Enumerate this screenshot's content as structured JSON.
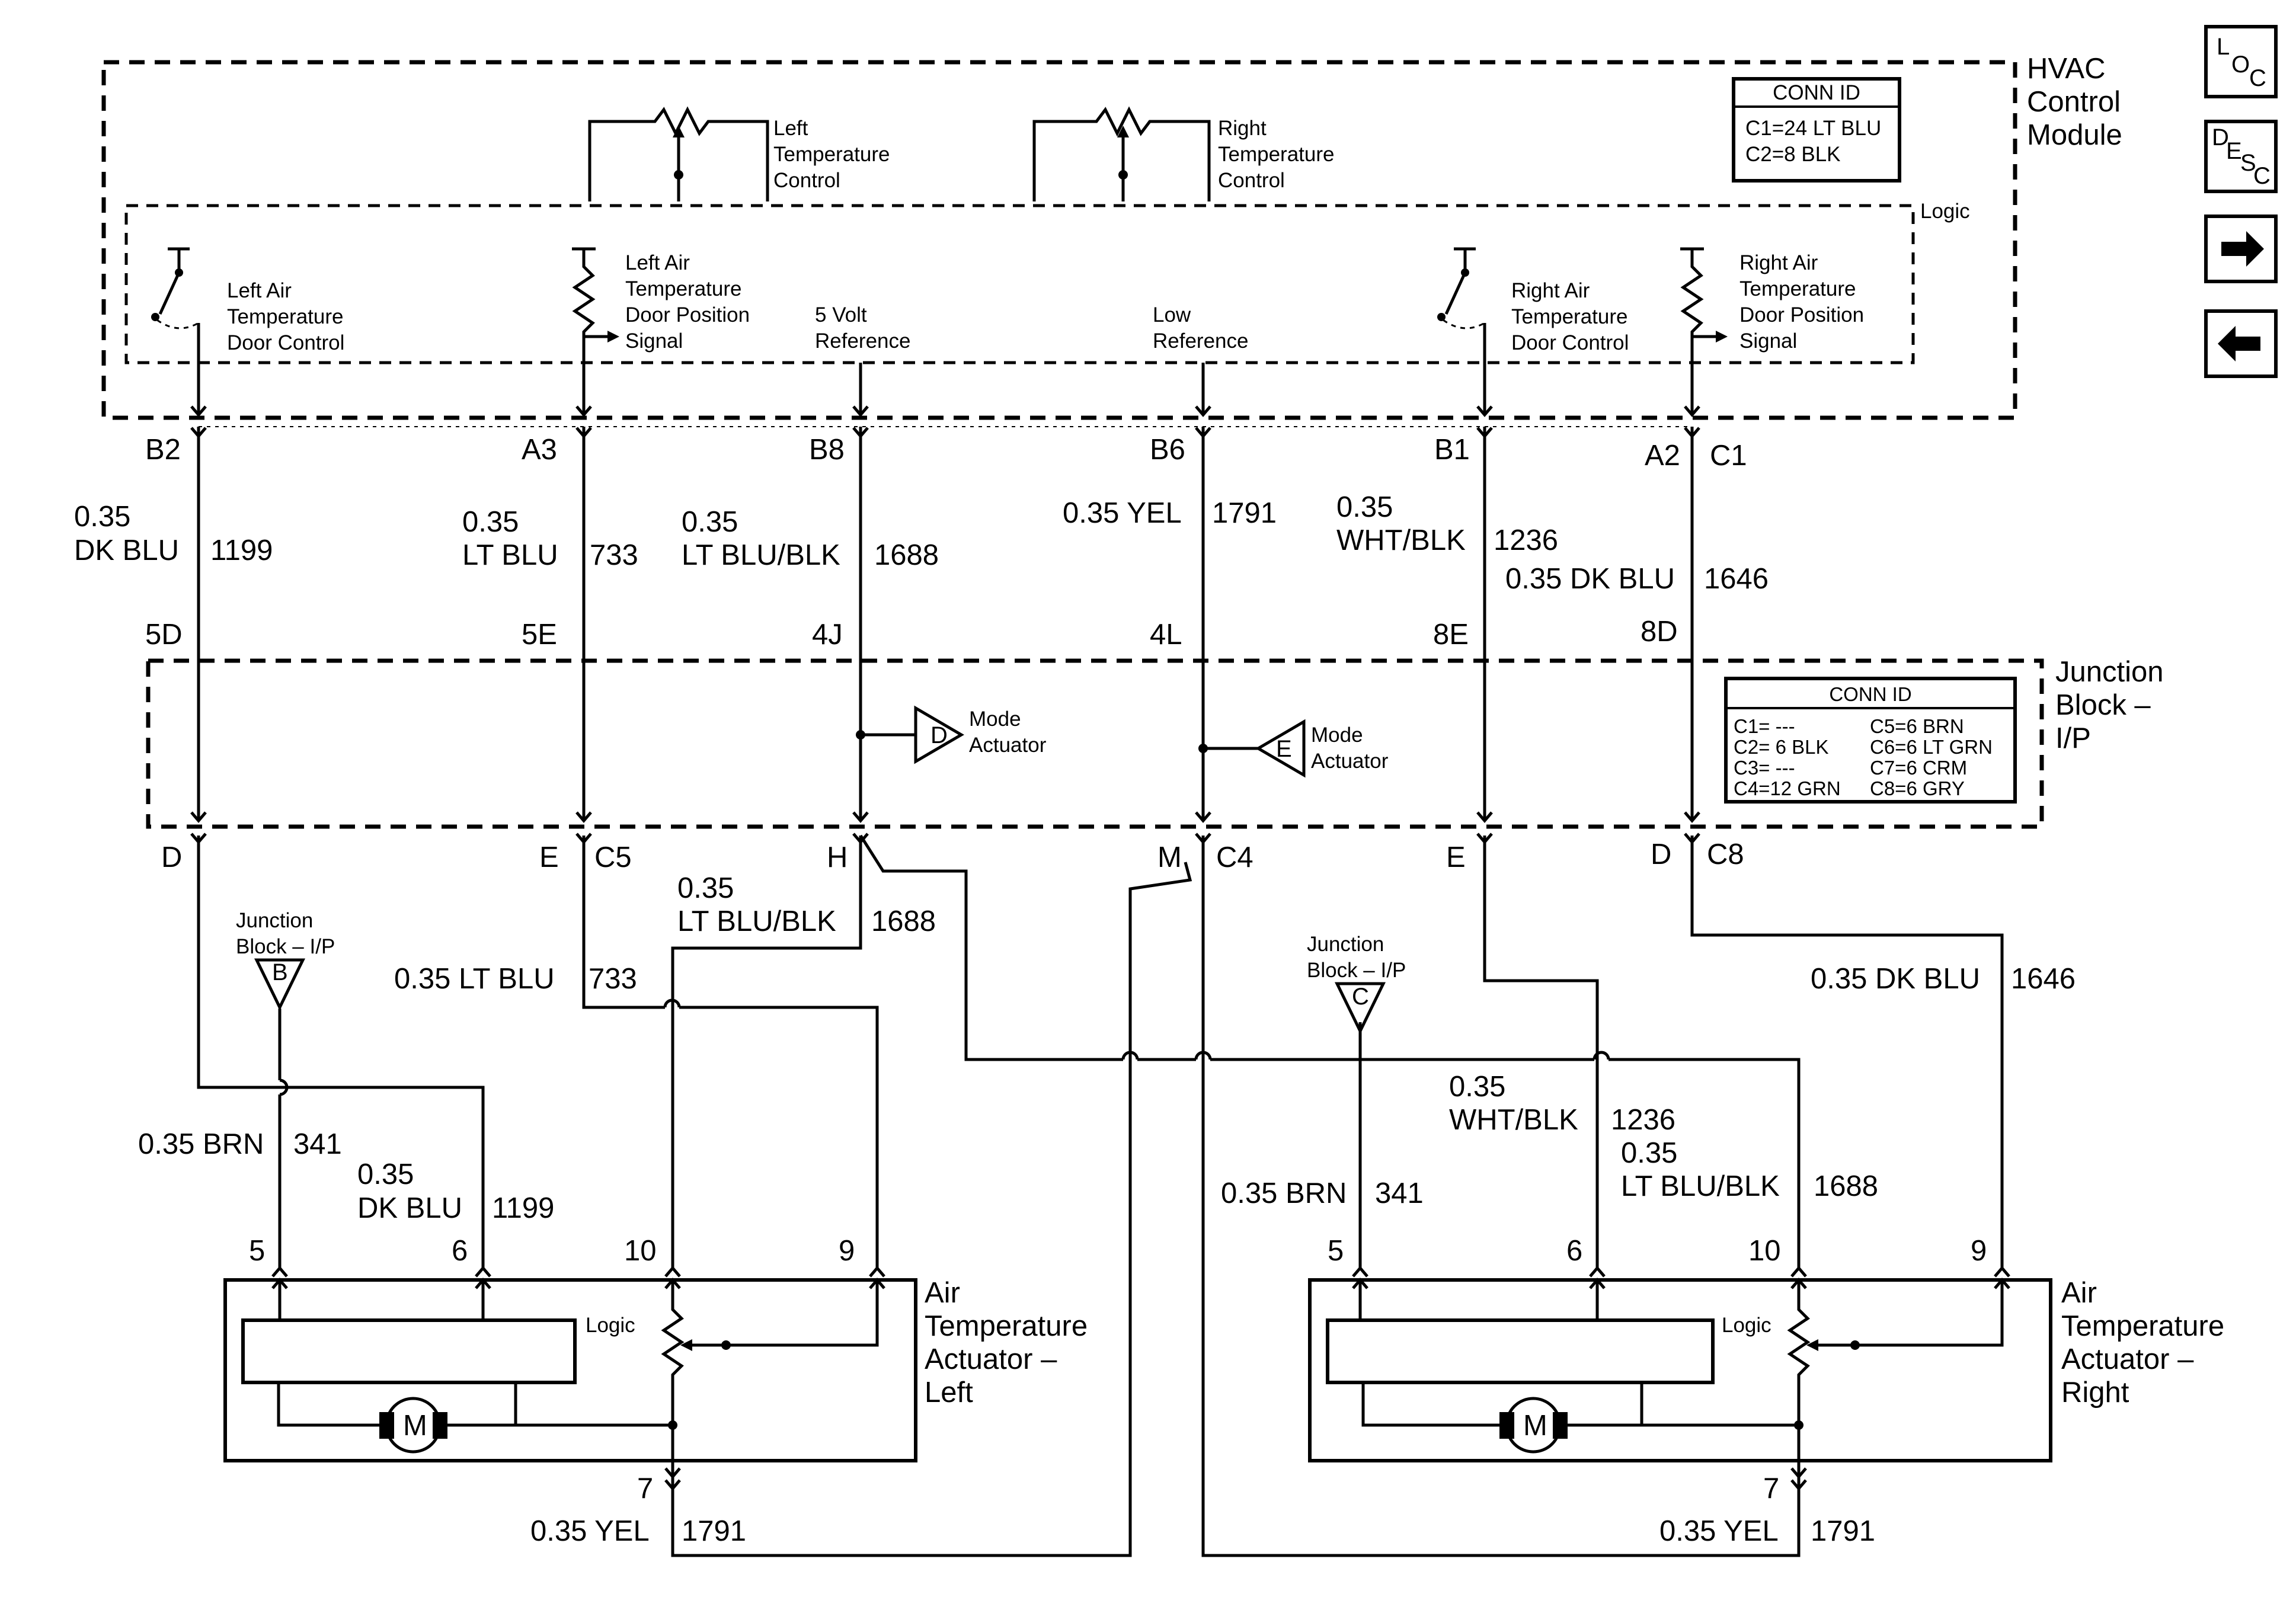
{
  "modules": {
    "hvac_title": [
      "HVAC",
      "Control",
      "Module"
    ],
    "logic_label": "Logic",
    "junction_title": [
      "Junction",
      "Block –",
      "I/P"
    ],
    "hvac_conn": {
      "title": "CONN ID",
      "lines": [
        "C1=24 LT BLU",
        "C2=8 BLK"
      ]
    },
    "junction_conn": {
      "title": "CONN ID",
      "left": [
        "C1= ---",
        "C2= 6 BLK",
        "C3= ---",
        "C4=12 GRN"
      ],
      "right": [
        "C5=6 BRN",
        "C6=6 LT GRN",
        "C7=6 CRM",
        "C8=6 GRY"
      ]
    }
  },
  "controls": {
    "left_temp": [
      "Left",
      "Temperature",
      "Control"
    ],
    "right_temp": [
      "Right",
      "Temperature",
      "Control"
    ],
    "left_door_control": [
      "Left Air",
      "Temperature",
      "Door Control"
    ],
    "left_door_position": [
      "Left Air",
      "Temperature",
      "Door Position",
      "Signal"
    ],
    "five_volt": [
      "5 Volt",
      "Reference"
    ],
    "low_ref": [
      "Low",
      "Reference"
    ],
    "right_door_control": [
      "Right Air",
      "Temperature",
      "Door Control"
    ],
    "right_door_position": [
      "Right Air",
      "Temperature",
      "Door Position",
      "Signal"
    ]
  },
  "module_pins": [
    "B2",
    "A3",
    "B8",
    "B6",
    "B1",
    "A2",
    "C1"
  ],
  "upper_wires": {
    "w1199": [
      "0.35",
      "DK BLU",
      "1199"
    ],
    "w733": [
      "0.35",
      "LT BLU",
      "733"
    ],
    "w1688": [
      "0.35",
      "LT BLU/BLK",
      "1688"
    ],
    "w1791": [
      "0.35 YEL",
      "1791"
    ],
    "w1236": [
      "0.35",
      "WHT/BLK",
      "1236"
    ],
    "w1646": [
      "0.35 DK BLU",
      "1646"
    ]
  },
  "junction_top_pins": [
    "5D",
    "5E",
    "4J",
    "4L",
    "8E",
    "8D"
  ],
  "junction_bottom_pins": [
    "D",
    "E",
    "C5",
    "H",
    "M",
    "C4",
    "E",
    "D",
    "C8"
  ],
  "actuators": {
    "mode_d": {
      "letter": "D",
      "label": [
        "Mode",
        "Actuator"
      ]
    },
    "mode_e": {
      "letter": "E",
      "label": [
        "Mode",
        "Actuator"
      ]
    }
  },
  "ground_refs": {
    "left": {
      "label": [
        "Junction",
        "Block – I/P"
      ],
      "letter": "B"
    },
    "right": {
      "label": [
        "Junction",
        "Block – I/P"
      ],
      "letter": "C"
    }
  },
  "lower_wires": {
    "l1688": [
      "0.35",
      "LT BLU/BLK",
      "1688"
    ],
    "l733": [
      "0.35 LT BLU",
      "733"
    ],
    "l341": [
      "0.35 BRN",
      "341"
    ],
    "l1199": [
      "0.35",
      "DK BLU",
      "1199"
    ],
    "r1646": [
      "0.35 DK BLU",
      "1646"
    ],
    "r1236": [
      "0.35",
      "WHT/BLK",
      "1236"
    ],
    "r1688": [
      "0.35",
      "LT BLU/BLK",
      "1688"
    ],
    "r341": [
      "0.35 BRN",
      "341"
    ],
    "l1791": [
      "0.35 YEL",
      "1791"
    ],
    "r1791": [
      "0.35 YEL",
      "1791"
    ]
  },
  "actuator_pins": {
    "left": [
      "5",
      "6",
      "10",
      "9",
      "7"
    ],
    "right": [
      "5",
      "6",
      "10",
      "9",
      "7"
    ]
  },
  "actuator_left": {
    "title": [
      "Air",
      "Temperature",
      "Actuator –",
      "Left"
    ],
    "logic": "Logic",
    "motor": "M"
  },
  "actuator_right": {
    "title": [
      "Air",
      "Temperature",
      "Actuator –",
      "Right"
    ],
    "logic": "Logic",
    "motor": "M"
  },
  "nav": {
    "loc": [
      "L",
      "O",
      "C"
    ],
    "desc": [
      "D",
      "E",
      "S",
      "C"
    ],
    "next_icon": "arrow-right",
    "prev_icon": "arrow-left"
  }
}
